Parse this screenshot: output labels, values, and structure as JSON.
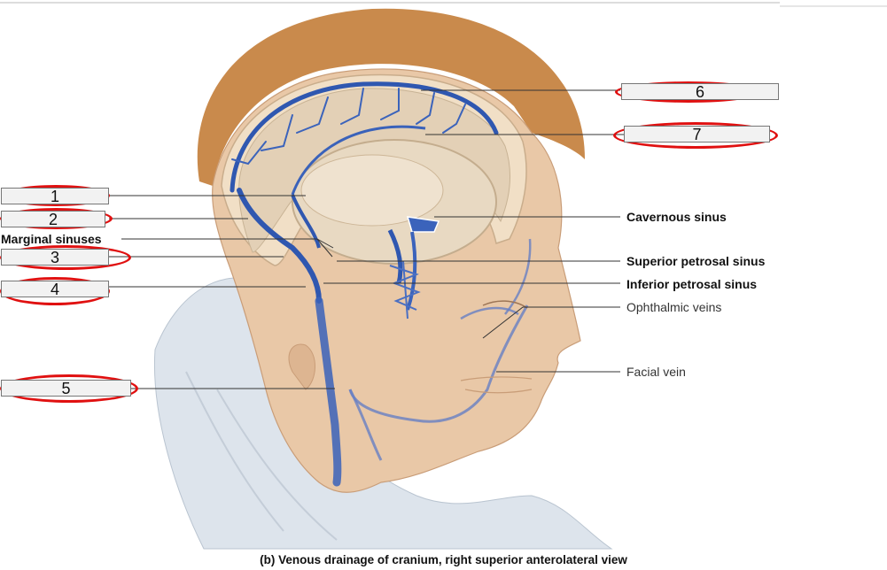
{
  "caption": "(b) Venous drainage of cranium, right superior anterolateral view",
  "answer_boxes": [
    {
      "id": "1",
      "text": "1"
    },
    {
      "id": "2",
      "text": "2"
    },
    {
      "id": "3",
      "text": "3"
    },
    {
      "id": "4",
      "text": "4"
    },
    {
      "id": "5",
      "text": "5"
    },
    {
      "id": "6",
      "text": "6"
    },
    {
      "id": "7",
      "text": "7"
    }
  ],
  "labels": {
    "marginal_sinuses": "Marginal sinuses",
    "cavernous_sinus": "Cavernous sinus",
    "superior_petrosal_sinus": "Superior petrosal sinus",
    "inferior_petrosal_sinus": "Inferior petrosal sinus",
    "ophthalmic_veins": "Ophthalmic veins",
    "facial_vein": "Facial vein"
  },
  "colors": {
    "ring": "#e01010",
    "vein": "#2f57b0",
    "skin": "#e8c7a6",
    "hair": "#c9894a",
    "cloth": "#dfe6ee"
  }
}
